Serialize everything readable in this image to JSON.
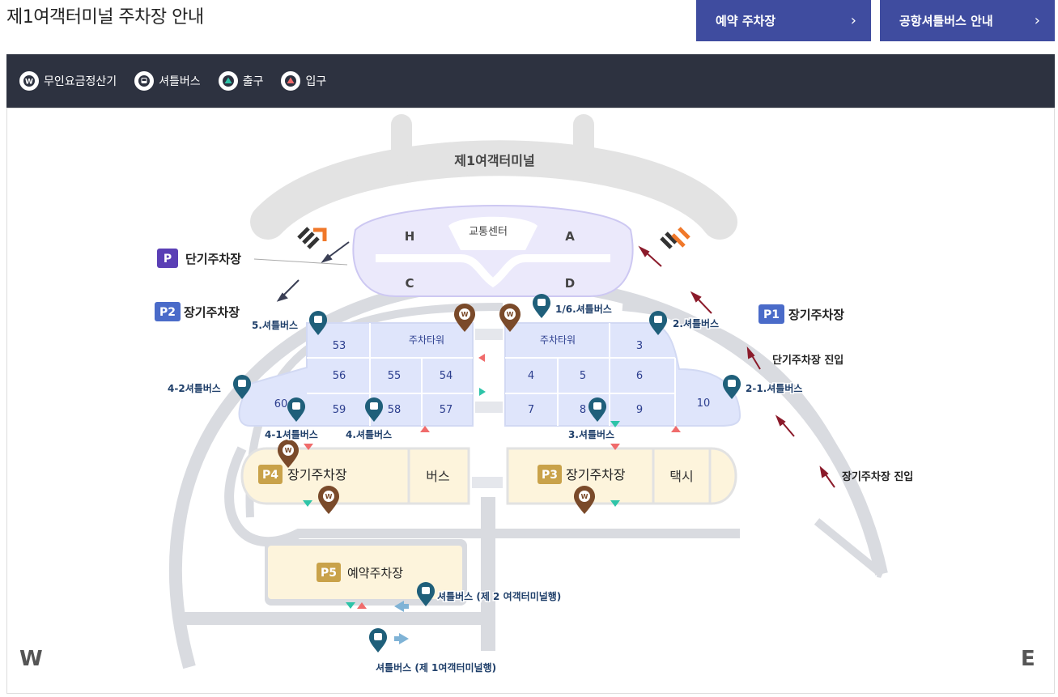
{
  "header": {
    "title": "제1여객터미널 주차장 안내",
    "reserve_button": "예약 주차장",
    "shuttle_button": "공항셔틀버스 안내",
    "chevron": "›"
  },
  "legend": [
    {
      "label": "무인요금정산기",
      "icon": "payment-kiosk-icon"
    },
    {
      "label": "셔틀버스",
      "icon": "bus-icon"
    },
    {
      "label": "출구",
      "icon": "exit-icon"
    },
    {
      "label": "입구",
      "icon": "entrance-icon"
    }
  ],
  "map": {
    "terminal": "제1여객터미널",
    "transport_center": "교통센터",
    "wings": {
      "h": "H",
      "a": "A",
      "c": "C",
      "d": "D"
    },
    "short_term": {
      "badge": "P",
      "label": "단기주차장"
    },
    "p1": {
      "badge": "P1",
      "label": "장기주차장"
    },
    "p2": {
      "badge": "P2",
      "label": "장기주차장"
    },
    "p3": {
      "badge": "P3",
      "label": "장기주차장"
    },
    "p4": {
      "badge": "P4",
      "label": "장기주차장"
    },
    "p5": {
      "badge": "P5",
      "label": "예약주차장"
    },
    "bus_zone": "버스",
    "taxi_zone": "택시",
    "parking_tower": "주차타워",
    "zones": {
      "z53": "53",
      "z56": "56",
      "z55": "55",
      "z54": "54",
      "z60": "60",
      "z59": "59",
      "z58": "58",
      "z57": "57",
      "z3": "3",
      "z4": "4",
      "z5": "5",
      "z6": "6",
      "z7": "7",
      "z8": "8",
      "z9": "9",
      "z10": "10"
    },
    "shuttle_stops": {
      "s16": "1/6.셔틀버스",
      "s2": "2.셔틀버스",
      "s21": "2-1.셔틀버스",
      "s3": "3.셔틀버스",
      "s4": "4.셔틀버스",
      "s41": "4-1셔틀버스",
      "s42": "4-2셔틀버스",
      "s5": "5.셔틀버스",
      "to_t2": "셔틀버스 (제 2 여객터미널행)",
      "to_t1": "셔틀버스 (제 1여객터미널행)"
    },
    "short_entry": "단기주차장 진입",
    "long_entry": "장기주차장 진입",
    "west": "W",
    "east": "E"
  },
  "colors": {
    "header_button": "#3f4c9f",
    "legend_bar": "#2d3240",
    "road": "#d9dbe0",
    "lot_blue": "#dfe5fb",
    "lot_cream": "#fdf4dc",
    "badge_purple": "#5a3fb5",
    "badge_blue": "#4a6bc9",
    "badge_gold": "#c9a24a",
    "pin_brown": "#7a4a2a",
    "pin_teal": "#1f5f7a",
    "arrow_red": "#8b1a2a"
  }
}
